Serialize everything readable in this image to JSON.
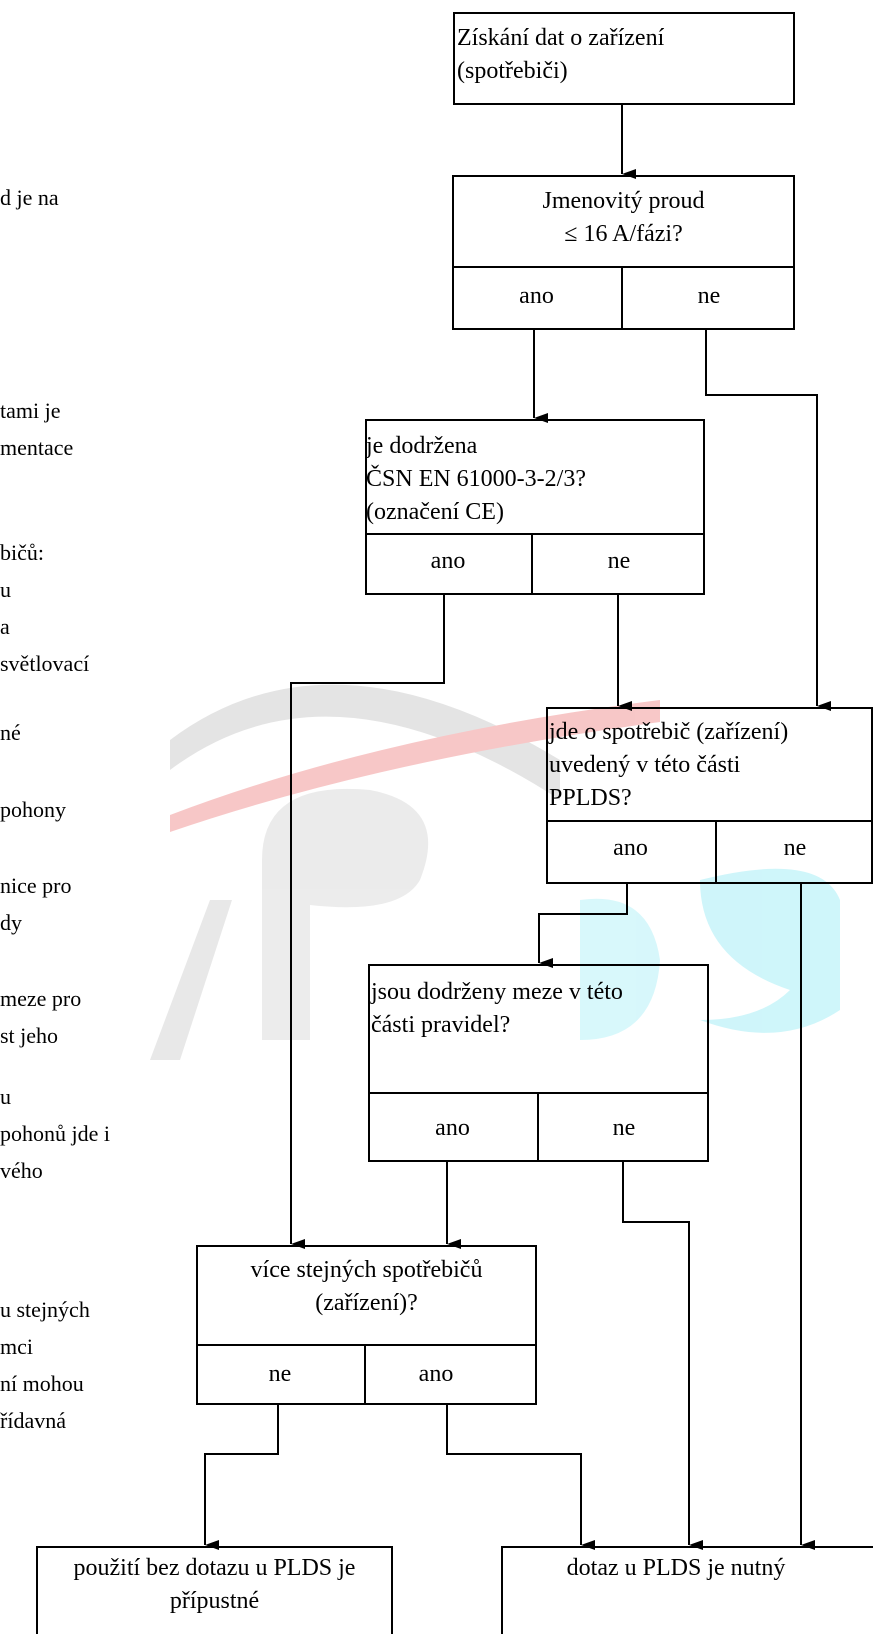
{
  "left_column_fragments": [
    "d je na",
    "tami je",
    "mentace",
    "bičů:",
    "u",
    "a",
    "světlovací",
    "né",
    "pohony",
    "nice pro",
    "dy",
    "meze pro",
    "st jeho",
    "u",
    "pohonů jde i",
    "vého",
    "u stejných",
    "mci",
    "ní mohou",
    "řídavná"
  ],
  "flowchart": {
    "start": "Získání dat o zařízení\n(spotřebiči)",
    "q1": {
      "text": "Jmenovitý proud\n≤ 16 A/fázi?",
      "yes": "ano",
      "no": "ne"
    },
    "q2": {
      "text": "je dodržena\nČSN EN 61000-3-2/3?\n(označení CE)",
      "yes": "ano",
      "no": "ne"
    },
    "q3": {
      "text": "jde o spotřebič (zařízení)\nuvedený v této části\nPPLDS?",
      "yes": "ano",
      "no": "ne"
    },
    "q4": {
      "text": "jsou dodrženy meze v této\nčásti pravidel?",
      "yes": "ano",
      "no": "ne"
    },
    "q5": {
      "text": "více stejných spotřebičů\n(zařízení)?",
      "no": "ne",
      "yes": "ano"
    },
    "result_allowed": "použití bez dotazu u PLDS je\npřípustné",
    "result_required": "dotaz u PLDS je nutný"
  },
  "watermark": {
    "text": "PLDS",
    "colors": [
      "#cfcfcf",
      "#f5a0a0",
      "#a8f0f8"
    ]
  },
  "colors": {
    "line": "#000000",
    "background": "#ffffff"
  }
}
